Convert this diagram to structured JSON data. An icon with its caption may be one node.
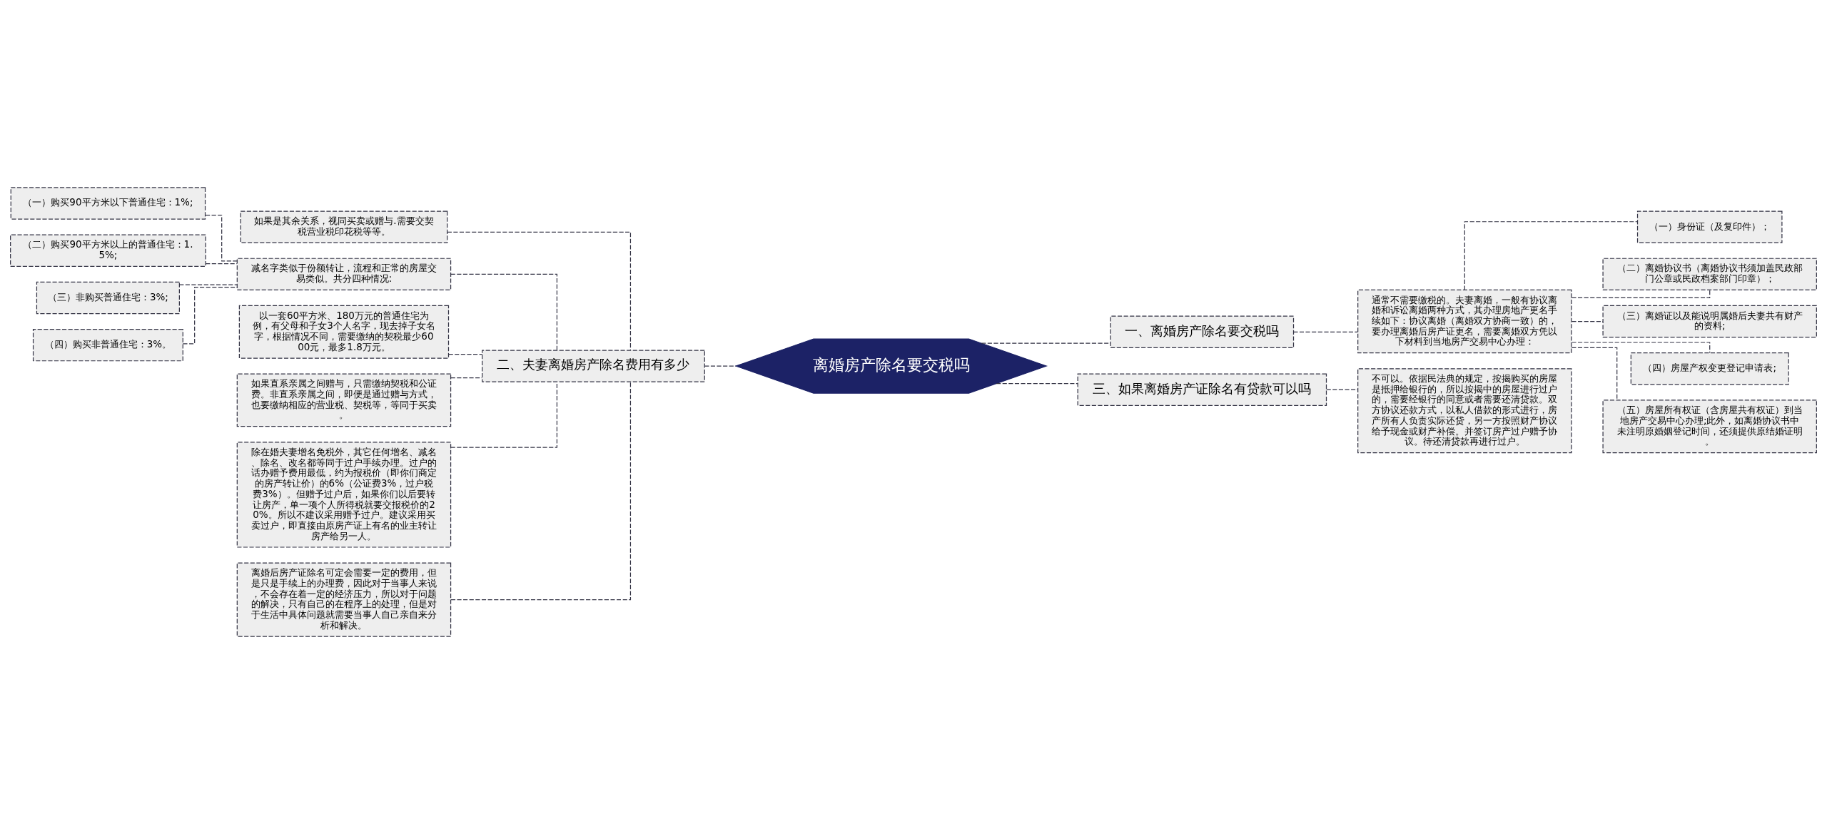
{
  "diagram": {
    "nodes": [
      {
        "text": [
          "离婚房产除名要交税吗"
        ]
      },
      {
        "text": [
          "二、夫妻离婚房产除名费用有多少"
        ]
      },
      {
        "text": [
          "如果是其余关系，视同买卖或赠与.需要交契税营业税印花税等等。"
        ]
      },
      {
        "text": [
          "减名字类似于份额转让，流程和正常的房屋交易类似。共分四种情况:"
        ]
      },
      {
        "text": [
          "以一套60平方米、180万元的普通住宅为例，有父母和子女3个人名字，现去掉子女名字，根据情况不同，需要缴纳的契税最少6000元，最多1.8万元。"
        ]
      },
      {
        "text": [
          "如果直系亲属之间赠与，只需缴纳契税和公证费。非直系亲属之间，即便是通过赠与方式，也要缴纳相应的营业税、契税等，等同于买卖。"
        ]
      },
      {
        "text": [
          "除在婚夫妻增名免税外，其它任何增名、减名、除名、改名都等同于过户手续办理。过户的话办赠予费用最低，约为报税价（即你们商定的房产转让价）的6%（公证费3%，过户税费3%）。但赠予过户后，如果你们以后要转让房产，单一项个人所得税就要交报税价的20%。所以不建议采用赠予过户。建议采用买卖过户，即直接由原房产证上有名的业主转让房产给另一人。"
        ]
      },
      {
        "text": [
          "离婚后房产证除名可定会需要一定的费用，但是只是手续上的办理费，因此对于当事人来说，不会存在着一定的经济压力，所以对于问题的解决，只有自己的在程序上的处理，但是对于生活中具体问题就需要当事人自己亲自来分析和解决。"
        ]
      },
      {
        "text": [
          "（一）购买90平方米以下普通住宅：1%;"
        ]
      },
      {
        "text": [
          "（二）购买90平方米以上的普通住宅：1.5%;"
        ]
      },
      {
        "text": [
          "（三）非购买普通住宅：3%;"
        ]
      },
      {
        "text": [
          "（四）购买非普通住宅：3%。"
        ]
      },
      {
        "text": [
          "一、离婚房产除名要交税吗"
        ]
      },
      {
        "text": [
          "通常不需要缴税的。夫妻离婚，一般有协议离婚和诉讼离婚两种方式，其办理房地产更名手续如下：协议离婚（离婚双方协商一致）的，要办理离婚后房产证更名，需要离婚双方凭以下材料到当地房产交易中心办理："
        ]
      },
      {
        "text": [
          "（一）身份证（及复印件）；"
        ]
      },
      {
        "text": [
          "（二）离婚协议书（离婚协议书须加盖民政部门公章或民政档案部门印章）；"
        ]
      },
      {
        "text": [
          "（三）离婚证以及能说明属婚后夫妻共有财产的资料;"
        ]
      },
      {
        "text": [
          "（四）房屋产权变更登记申请表;"
        ]
      },
      {
        "text": [
          "（五）房屋所有权证（含房屋共有权证）到当地房产交易中心办理;此外，如离婚协议书中未注明原婚姻登记时间，还须提供原结婚证明。"
        ]
      },
      {
        "text": [
          "三、如果离婚房产证除名有贷款可以吗"
        ]
      },
      {
        "text": [
          "不可以。依据民法典的规定，按揭购买的房屋是抵押给银行的，所以按揭中的房屋进行过户的，需要经银行的同意或者需要还清贷款。双方协议还款方式，以私人借款的形式进行，房产所有人负责实际还贷，另一方按照财产协议给予现金或财产补偿。并签订房产过户赠予协议。待还清贷款再进行过户。"
        ]
      }
    ],
    "edges": [
      {
        "from": 1,
        "to": 0,
        "arrow": "none",
        "style": "dashed"
      },
      {
        "from": 2,
        "to": 1,
        "arrow": "none",
        "style": "dashed"
      },
      {
        "from": 3,
        "to": 1,
        "arrow": "none",
        "style": "dashed"
      },
      {
        "from": 4,
        "to": 1,
        "arrow": "none",
        "style": "dashed"
      },
      {
        "from": 5,
        "to": 1,
        "arrow": "none",
        "style": "dashed"
      },
      {
        "from": 6,
        "to": 1,
        "arrow": "none",
        "style": "dashed"
      },
      {
        "from": 7,
        "to": 1,
        "arrow": "none",
        "style": "dashed"
      },
      {
        "from": 8,
        "to": 3,
        "arrow": "none",
        "style": "dashed"
      },
      {
        "from": 9,
        "to": 3,
        "arrow": "none",
        "style": "dashed"
      },
      {
        "from": 10,
        "to": 3,
        "arrow": "none",
        "style": "dashed"
      },
      {
        "from": 11,
        "to": 3,
        "arrow": "none",
        "style": "dashed"
      },
      {
        "from": 0,
        "to": 12,
        "arrow": "none",
        "style": "dashed"
      },
      {
        "from": 12,
        "to": 13,
        "arrow": "none",
        "style": "dashed"
      },
      {
        "from": 13,
        "to": 14,
        "arrow": "none",
        "style": "dashed"
      },
      {
        "from": 13,
        "to": 15,
        "arrow": "none",
        "style": "dashed"
      },
      {
        "from": 13,
        "to": 16,
        "arrow": "none",
        "style": "dashed"
      },
      {
        "from": 13,
        "to": 17,
        "arrow": "none",
        "style": "dashed"
      },
      {
        "from": 13,
        "to": 18,
        "arrow": "none",
        "style": "dashed"
      },
      {
        "from": 0,
        "to": 19,
        "arrow": "none",
        "style": "dashed"
      },
      {
        "from": 19,
        "to": 20,
        "arrow": "none",
        "style": "dashed"
      }
    ]
  }
}
